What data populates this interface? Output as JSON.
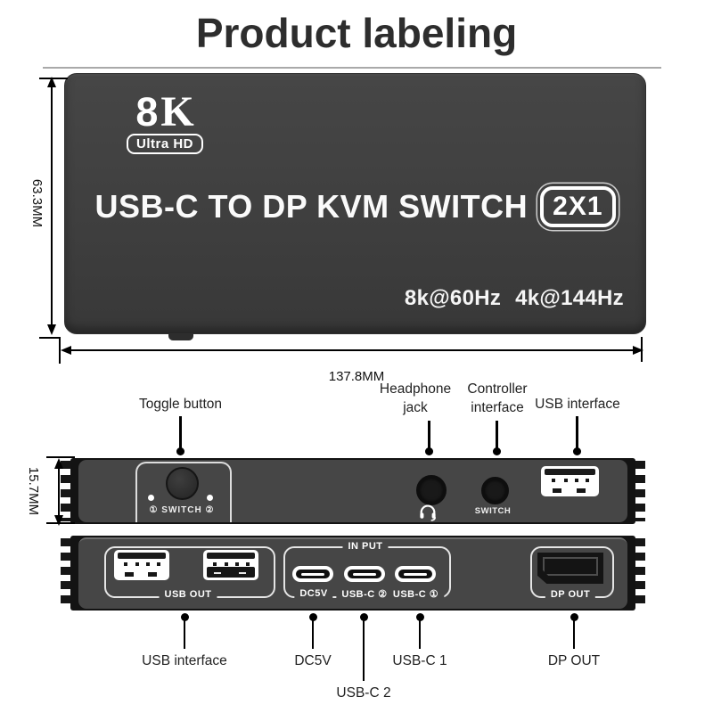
{
  "title": "Product labeling",
  "front_view": {
    "logo_8": "8",
    "logo_k": "K",
    "logo_sub": "Ultra HD",
    "main_title": "USB-C TO DP KVM SWITCH",
    "badge": "2X1",
    "spec": "8k@60Hz 4k@144Hz",
    "height_dim": "63.3MM",
    "width_dim": "137.8MM"
  },
  "top_view": {
    "height_dim": "15.7MM",
    "switch_group_label": "① SWITCH ②",
    "switch_jack_label": "SWITCH",
    "callouts": {
      "toggle_button": "Toggle button",
      "headphone_jack": "Headphone\njack",
      "controller_interface": "Controller\ninterface",
      "usb_interface": "USB interface"
    }
  },
  "rear_view": {
    "usb_out_label": "USB OUT",
    "input_label": "IN PUT",
    "dc5v_port_label": "DC5V",
    "usbc2_port_label": "USB-C ②",
    "usbc1_port_label": "USB-C ①",
    "dp_out_port_label": "DP OUT",
    "callouts": {
      "usb_interface": "USB interface",
      "dc5v": "DC5V",
      "usbc2": "USB-C 2",
      "usbc1": "USB-C 1",
      "dp_out": "DP OUT"
    }
  },
  "colors": {
    "device_body": "#3f3f3f",
    "panel_face": "#464646",
    "frame_black": "#141414",
    "divider_gray": "#a9a9a9",
    "callout_text": "#222222",
    "white": "#ffffff"
  }
}
